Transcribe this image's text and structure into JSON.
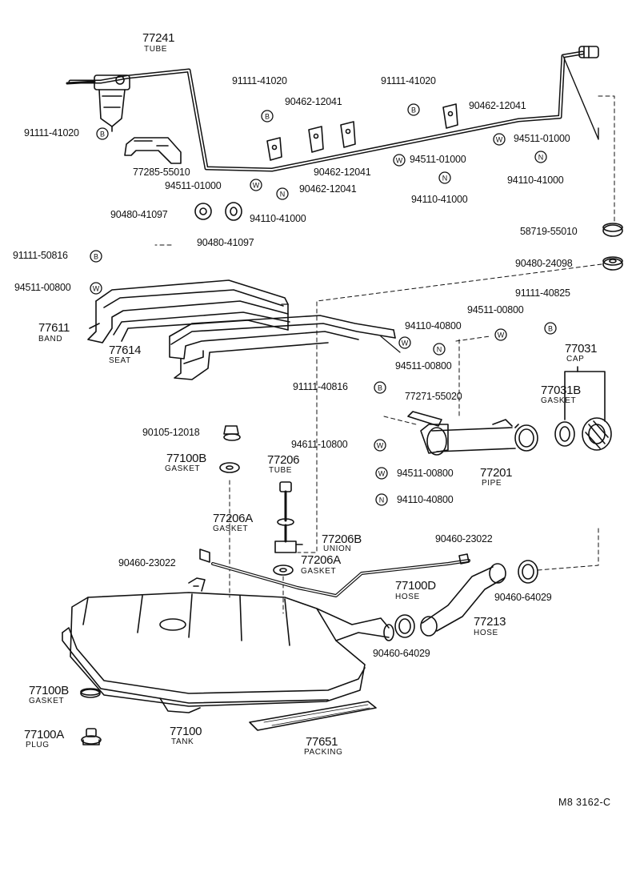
{
  "diagram": {
    "ref_code": "M8  3162-C",
    "callouts": {
      "tube_77241": {
        "number": "77241",
        "name": "TUBE"
      },
      "clip_top_left": "91111-41020",
      "clip_left_filter": "91111-41020",
      "clip_mid_a": "91111-41020",
      "clamp_90462_a": "90462-12041",
      "clamp_90462_b": "90462-12041",
      "clamp_90462_c": "90462-12041",
      "clamp_90462_d": "90462-12041",
      "washer_94511_a": "94511-01000",
      "washer_94511_b": "94511-01000",
      "washer_94511_c": "94511-01000",
      "nut_94110_a": "94110-41000",
      "nut_94110_b": "94110-41000",
      "nut_94110_c": "94110-41000",
      "bracket_77285": "77285-55010",
      "grommet_90480_a": "90480-41097",
      "grommet_90480_b": "90480-41097",
      "grommet_58719": "58719-55010",
      "grommet_90480_c": "90480-24098",
      "bolt_91111_50816": "91111-50816",
      "washer_94511_00800_a": "94511-00800",
      "band_77611": {
        "number": "77611",
        "name": "BAND"
      },
      "seat_77614": {
        "number": "77614",
        "name": "SEAT"
      },
      "bolt_91111_40825": "91111-40825",
      "washer_94511_00800_b": "94511-00800",
      "nut_94110_40800_a": "94110-40800",
      "washer_94511_00800_c": "94511-00800",
      "cap_77031": {
        "number": "77031",
        "name": "CAP"
      },
      "gasket_77031B": {
        "number": "77031B",
        "name": "GASKET"
      },
      "bolt_91111_40816": "91111-40816",
      "bracket_77271": "77271-55020",
      "bolt_90105": "90105-12018",
      "washer_94611": "94611-10800",
      "gasket_77100B_top": {
        "number": "77100B",
        "name": "GASKET"
      },
      "tube_77206": {
        "number": "77206",
        "name": "TUBE"
      },
      "washer_94511_00800_d": "94511-00800",
      "pipe_77201": {
        "number": "77201",
        "name": "PIPE"
      },
      "nut_94110_40800_b": "94110-40800",
      "gasket_77206A_a": {
        "number": "77206A",
        "name": "GASKET"
      },
      "union_77206B": {
        "number": "77206B",
        "name": "UNION"
      },
      "clamp_90460_23022_r": "90460-23022",
      "clamp_90460_23022_l": "90460-23022",
      "gasket_77206A_b": {
        "number": "77206A",
        "name": "GASKET"
      },
      "hose_77100D": {
        "number": "77100D",
        "name": "HOSE"
      },
      "clamp_90460_64029_r": "90460-64029",
      "hose_77213": {
        "number": "77213",
        "name": "HOSE"
      },
      "clamp_90460_64029_m": "90460-64029",
      "gasket_77100B_bot": {
        "number": "77100B",
        "name": "GASKET"
      },
      "tank_77100": {
        "number": "77100",
        "name": "TANK"
      },
      "packing_77651": {
        "number": "77651",
        "name": "PACKING"
      },
      "plug_77100A": {
        "number": "77100A",
        "name": "PLUG"
      }
    }
  }
}
